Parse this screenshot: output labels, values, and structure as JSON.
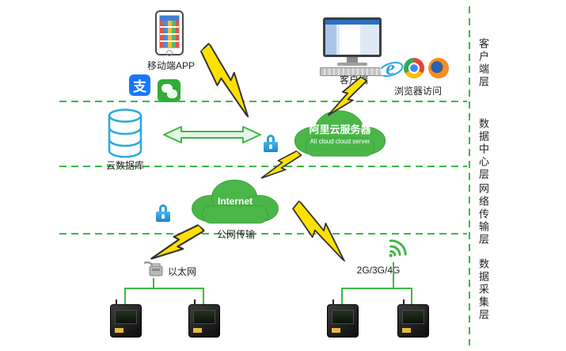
{
  "diagram": {
    "nodes": {
      "mobile_app": "移动端APP",
      "client": "客户端",
      "browser_access": "浏览器访问",
      "cloud_database": "云数据库",
      "ali_cloud_title": "阿里云服务器",
      "ali_cloud_subtitle": "Ali cloud cloud server",
      "internet": "Internet",
      "public_network": "公网传输",
      "ethernet": "以太网",
      "cellular": "2G/3G/4G"
    },
    "glyphs": {
      "alipay": "支",
      "ie": "e"
    },
    "layers": [
      {
        "label": "客户端层"
      },
      {
        "label": "数据中心层"
      },
      {
        "label": "网络传输层"
      },
      {
        "label": "数据采集层"
      }
    ],
    "colors": {
      "line_green": "#3cb843",
      "cloud_green": "#4ab648",
      "bolt_yellow": "#ffe100",
      "lock_blue": "#2d9fd8",
      "database_blue": "#29a8df",
      "alipay_blue": "#1678ff",
      "wechat_green": "#2fae37"
    }
  }
}
